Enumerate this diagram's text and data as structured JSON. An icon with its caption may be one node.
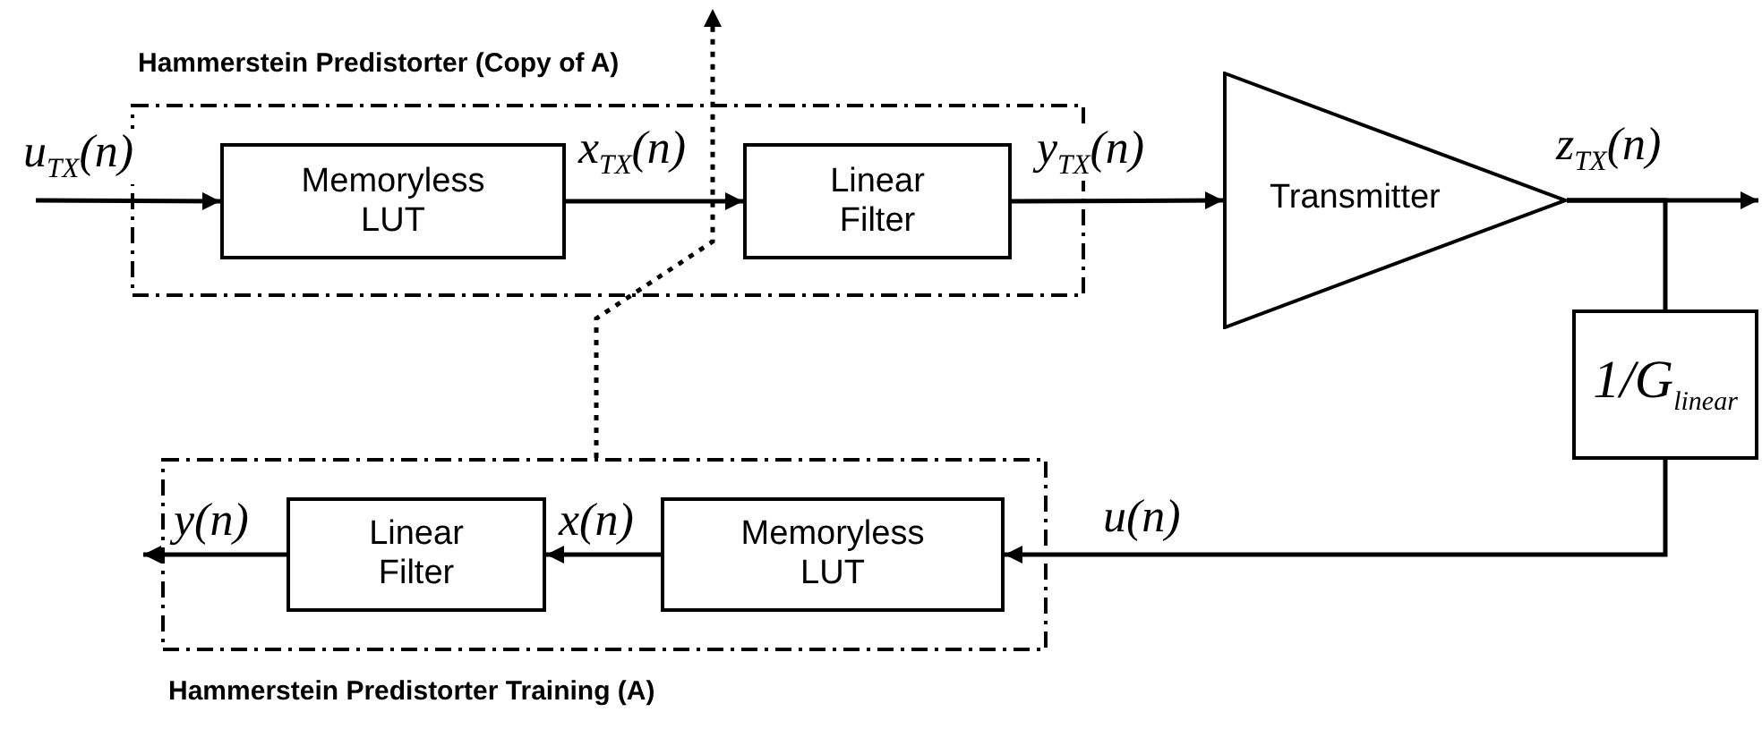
{
  "diagram": {
    "nodes": [
      {
        "text": [
          "Hammerstein Predistorter (Copy of A)"
        ]
      },
      {
        "text": [
          "Memoryless LUT"
        ],
        "in": 0
      },
      {
        "text": [
          "Linear Filter"
        ],
        "in": 0
      },
      {
        "text": [
          "Transmitter"
        ]
      },
      {
        "text": [
          "1/G$_{linear}$"
        ]
      },
      {
        "text": [
          "Hammerstein Predistorter Training (A)"
        ]
      },
      {
        "text": [
          "Memoryless LUT"
        ],
        "in": 5
      },
      {
        "text": [
          "Linear Filter"
        ],
        "in": 5
      }
    ],
    "edges": [
      {
        "from": null,
        "to": 1,
        "arrow": "to",
        "label": "u$_{TX}$(n)"
      },
      {
        "from": 1,
        "to": 2,
        "arrow": "to",
        "label": "x$_{TX}$(n)"
      },
      {
        "from": 2,
        "to": 3,
        "arrow": "to",
        "label": "y$_{TX}$(n)"
      },
      {
        "from": 3,
        "to": null,
        "arrow": "to",
        "label": "z$_{TX}$(n)"
      },
      {
        "from": 3,
        "to": 4,
        "arrow": "none"
      },
      {
        "from": 4,
        "to": 6,
        "arrow": "to",
        "label": "u(n)"
      },
      {
        "from": 6,
        "to": 7,
        "arrow": "to",
        "label": "x(n)"
      },
      {
        "from": 7,
        "to": null,
        "arrow": "to",
        "label": "y(n)"
      },
      {
        "from": 5,
        "to": null,
        "arrow": "to",
        "style": "dashed"
      }
    ]
  }
}
